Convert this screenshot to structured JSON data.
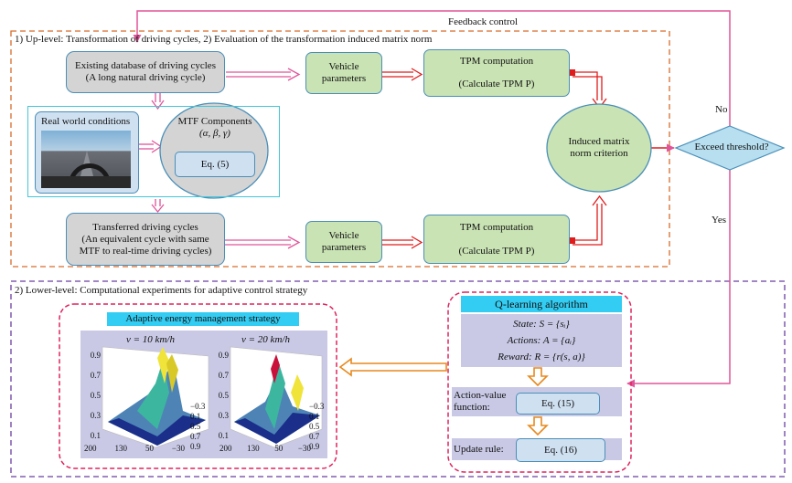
{
  "feedback_label": "Feedback control",
  "upper": {
    "title": "1) Up-level: Transformation of driving cycles, 2) Evaluation of the transformation induced matrix norm",
    "existing_db": [
      "Existing database of driving cycles",
      "(A long natural driving cycle)"
    ],
    "vehicle_params_label": [
      "Vehicle",
      "parameters"
    ],
    "tpm_label": "TPM computation",
    "tpm_calc": "(Calculate TPM P)",
    "real_world": "Real world conditions",
    "mtf_title": "MTF Components",
    "mtf_params": "(α, β, γ)",
    "mtf_eq": "Eq. (5)",
    "transferred": [
      "Transferred driving cycles",
      "(An equivalent cycle with same",
      "MTF to real-time driving cycles)"
    ],
    "criterion": [
      "Induced matrix",
      "norm criterion"
    ],
    "decision": "Exceed threshold?",
    "no_label": "No",
    "yes_label": "Yes"
  },
  "lower": {
    "title": "2) Lower-level: Computational experiments for adaptive control strategy",
    "strategy_title": "Adaptive energy management strategy",
    "plot1": {
      "title": "v = 10 km/h",
      "z_ticks": [
        "0.9",
        "0.7",
        "0.5",
        "0.3",
        "0.1"
      ],
      "x_ticks": [
        "200",
        "130",
        "50",
        "−30"
      ],
      "y_ticks": [
        "−0.3",
        "0.1",
        "0.5",
        "0.7",
        "0.9"
      ]
    },
    "plot2": {
      "title": "v = 20 km/h",
      "z_ticks": [
        "0.9",
        "0.7",
        "0.5",
        "0.3",
        "0.1"
      ],
      "x_ticks": [
        "200",
        "130",
        "50",
        "−30"
      ],
      "y_ticks": [
        "−0.3",
        "0.1",
        "0.5",
        "0.7",
        "0.9"
      ]
    },
    "qlearning_title": "Q-learning algorithm",
    "state": "State: S = {sᵢ}",
    "actions": "Actions: A = {aᵢ}",
    "reward": "Reward: R = {r(s, a)}",
    "action_value_label": [
      "Action-value",
      "function:"
    ],
    "action_value_eq": "Eq. (15)",
    "update_label": "Update rule:",
    "update_eq": "Eq. (16)"
  },
  "colors": {
    "pink": "#e0559a",
    "orange_dash": "#d96b2a",
    "purple_dash": "#6a3fa0",
    "red_arrow": "#e01b1b",
    "gray_box": "#d4d4d4",
    "green_box": "#c9e3b4",
    "diamond": "#b7dff0",
    "label_blue": "#33ccf2",
    "plot_band": "#c9c9e6"
  }
}
